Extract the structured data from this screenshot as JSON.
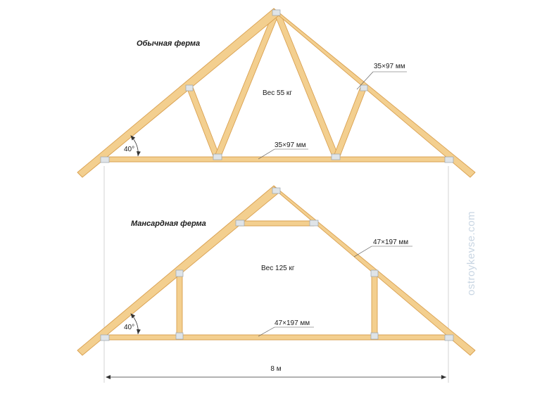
{
  "regular_truss": {
    "title": "Обычная ферма",
    "weight": "Вес 55 кг",
    "rafter_section": "35×97 мм",
    "chord_section": "35×97 мм",
    "angle": "40°"
  },
  "attic_truss": {
    "title": "Мансардная ферма",
    "weight": "Вес 125 кг",
    "rafter_section": "47×197 мм",
    "chord_section": "47×197 мм",
    "angle": "40°"
  },
  "span_label": "8 м",
  "watermark": "ostroykevse.com",
  "colors": {
    "wood_fill": "#f3cf8f",
    "wood_edge": "#d9a050",
    "plate_fill": "#dfe4e8",
    "plate_edge": "#9aa4ad"
  }
}
